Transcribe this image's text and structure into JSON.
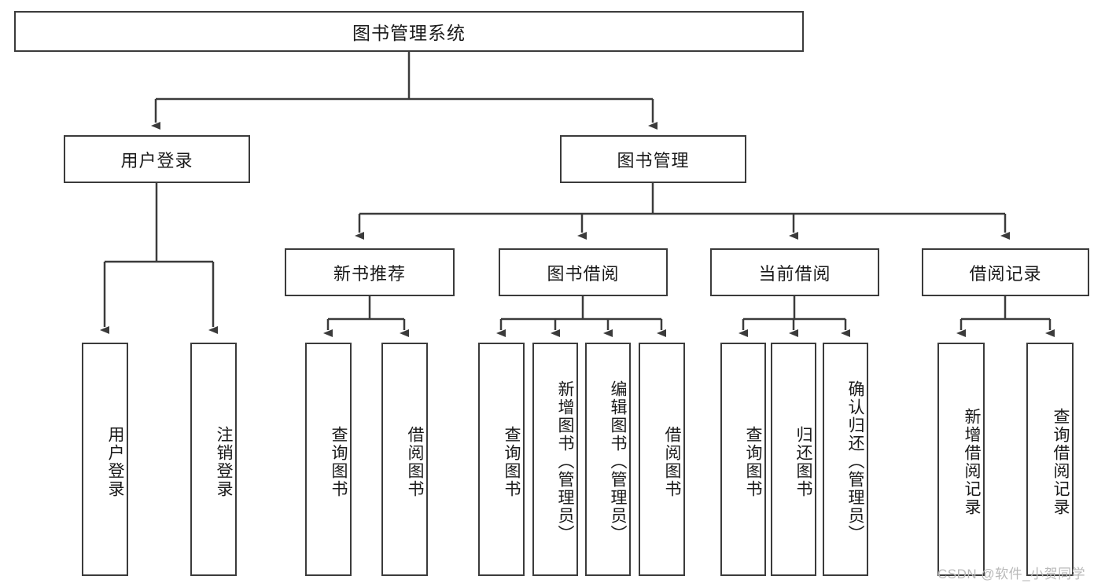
{
  "diagram": {
    "title": "图书管理系统",
    "type": "hierarchy-tree",
    "colors": {
      "stroke": "#3b3b3b",
      "fill": "#ffffff",
      "text": "#1a1a1a",
      "watermark": "#b9b9b9"
    },
    "root": {
      "label": "图书管理系统"
    },
    "level2": [
      {
        "label": "用户登录"
      },
      {
        "label": "图书管理"
      }
    ],
    "level3": [
      {
        "label": "新书推荐"
      },
      {
        "label": "图书借阅"
      },
      {
        "label": "当前借阅"
      },
      {
        "label": "借阅记录"
      }
    ],
    "leaves": {
      "user_login": [
        {
          "label": "用户登录"
        },
        {
          "label": "注销登录"
        }
      ],
      "new_book_recommend": [
        {
          "label": "查询图书"
        },
        {
          "label": "借阅图书"
        }
      ],
      "book_borrow": [
        {
          "label": "查询图书"
        },
        {
          "label": "新增图书（管理员）"
        },
        {
          "label": "编辑图书（管理员）"
        },
        {
          "label": "借阅图书"
        }
      ],
      "current_borrow": [
        {
          "label": "查询图书"
        },
        {
          "label": "归还图书"
        },
        {
          "label": "确认归还（管理员）"
        }
      ],
      "borrow_record": [
        {
          "label": "新增借阅记录"
        },
        {
          "label": "查询借阅记录"
        }
      ]
    }
  },
  "watermark": {
    "text": "CSDN @软件_小贺同学"
  }
}
